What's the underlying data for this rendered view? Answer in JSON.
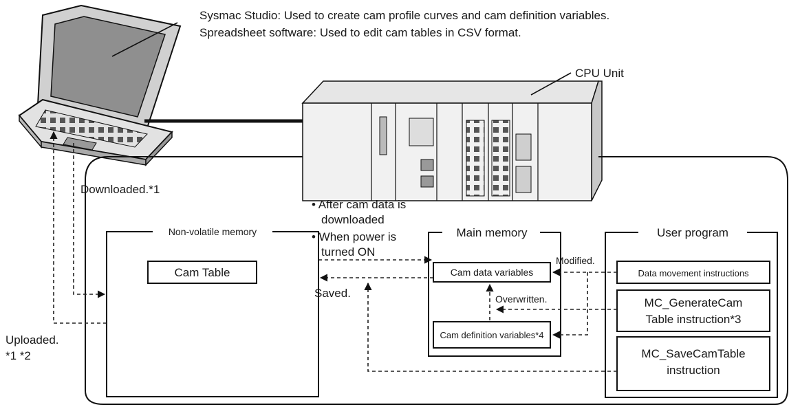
{
  "header": {
    "line1": "Sysmac Studio: Used to create cam profile curves and cam definition variables.",
    "line2": "Spreadsheet software: Used to edit cam tables in CSV format."
  },
  "cpu_unit": {
    "label": "CPU Unit"
  },
  "memory": {
    "nonvolatile_title": "Non-volatile memory",
    "cam_table": "Cam Table",
    "main_title": "Main memory",
    "cam_data_vars": "Cam data variables",
    "cam_def_vars": "Cam definition variables*4"
  },
  "program": {
    "title": "User program",
    "data_move": "Data movement instructions",
    "gen_line1": "MC_GenerateCam",
    "gen_line2": "Table instruction*3",
    "save_line1": "MC_SaveCamTable",
    "save_line2": "instruction"
  },
  "flows": {
    "downloaded": "Downloaded.*1",
    "uploaded_line1": "Uploaded.",
    "uploaded_line2": "*1 *2",
    "bullet1_line1": "• After cam data is",
    "bullet1_line2": "downloaded",
    "bullet2_line1": "• When power is",
    "bullet2_line2": "turned ON",
    "saved": "Saved.",
    "modified": "Modified.",
    "overwritten": "Overwritten."
  }
}
